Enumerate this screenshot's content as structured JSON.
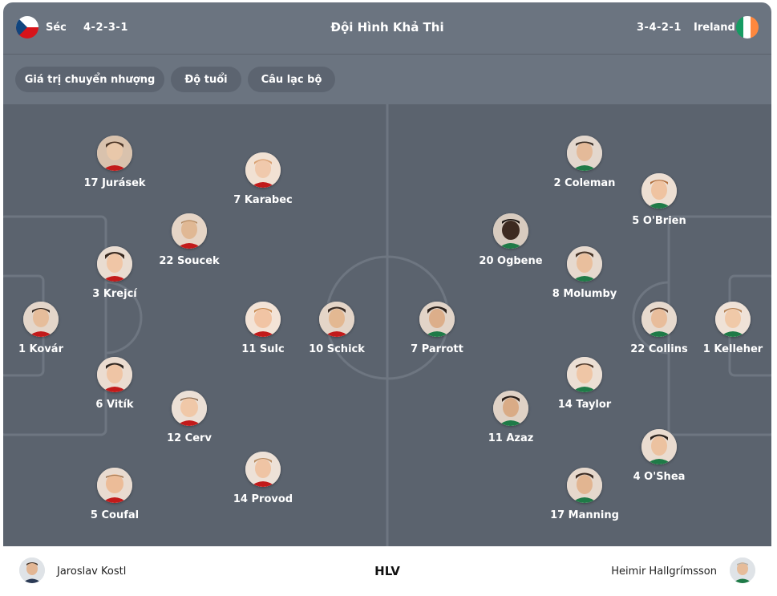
{
  "header": {
    "title": "Đội Hình Khả Thi",
    "home": {
      "name": "Séc",
      "formation": "4-2-3-1",
      "flag_icon": "czech-flag-icon"
    },
    "away": {
      "name": "Ireland",
      "formation": "3-4-2-1",
      "flag_icon": "ireland-flag-icon"
    }
  },
  "tabs": [
    {
      "label": "Giá trị chuyển nhượng"
    },
    {
      "label": "Độ tuổi"
    },
    {
      "label": "Câu lạc bộ"
    }
  ],
  "colors": {
    "header_bg": "#6b7480",
    "pitch_bg": "#5b636e",
    "pitch_line": "#6e7681",
    "text": "#ffffff"
  },
  "home_players": [
    {
      "label": "17 Jurásek"
    },
    {
      "label": "7 Karabec"
    },
    {
      "label": "22 Soucek"
    },
    {
      "label": "3 Krejcí"
    },
    {
      "label": "1 Kovár"
    },
    {
      "label": "11 Sulc"
    },
    {
      "label": "10 Schick"
    },
    {
      "label": "6 Vitík"
    },
    {
      "label": "12 Cerv"
    },
    {
      "label": "5 Coufal"
    },
    {
      "label": "14 Provod"
    }
  ],
  "away_players": [
    {
      "label": "2 Coleman"
    },
    {
      "label": "5 O'Brien"
    },
    {
      "label": "20 Ogbene"
    },
    {
      "label": "8 Molumby"
    },
    {
      "label": "7 Parrott"
    },
    {
      "label": "22 Collins"
    },
    {
      "label": "1 Kelleher"
    },
    {
      "label": "14 Taylor"
    },
    {
      "label": "11 Azaz"
    },
    {
      "label": "4 O'Shea"
    },
    {
      "label": "17 Manning"
    }
  ],
  "footer": {
    "label": "HLV",
    "home_coach": "Jaroslav Kostl",
    "away_coach": "Heimir Hallgrímsson"
  }
}
